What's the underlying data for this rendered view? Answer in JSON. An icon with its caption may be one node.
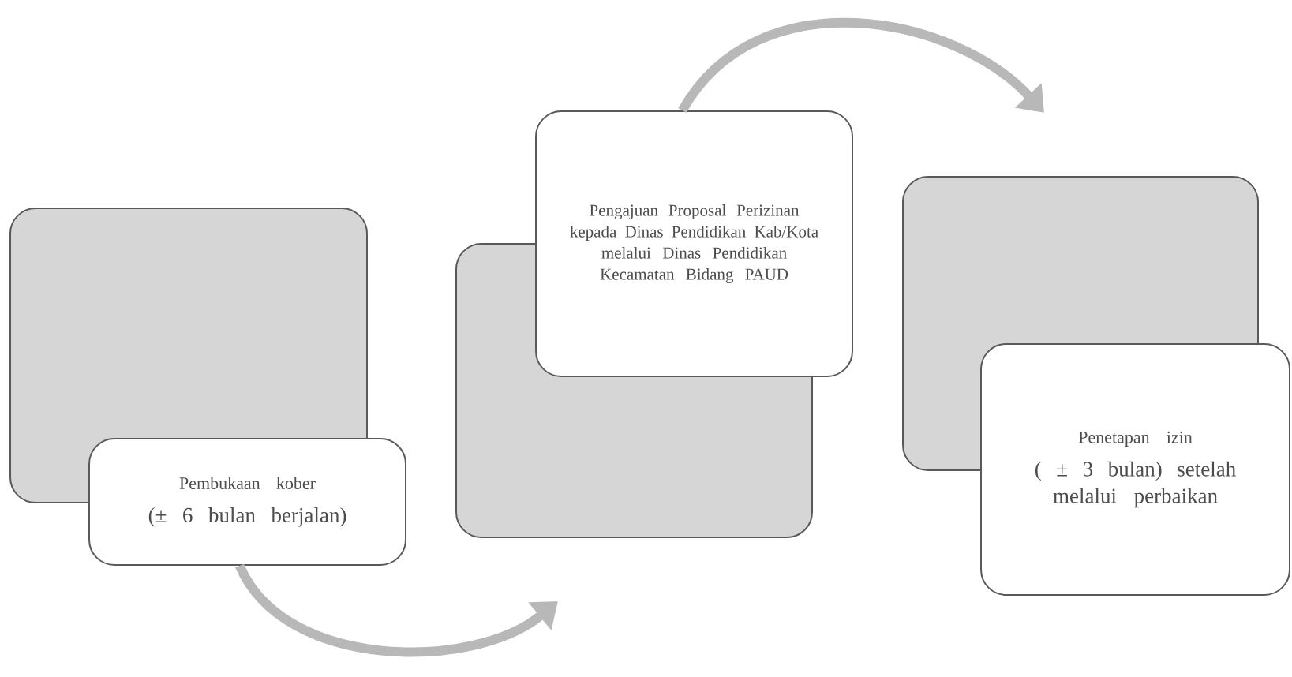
{
  "diagram": {
    "nodes": [
      {
        "text": [],
        "shape": "box"
      },
      {
        "text": [
          "Pembukaan kober",
          "(± 6 bulan berjalan)"
        ]
      },
      {
        "text": [],
        "shape": "box"
      },
      {
        "text": [
          "Pengajuan Proposal Perizinan kepada Dinas Pendidikan Kab/Kota melalui Dinas Pendidikan Kecamatan Bidang PAUD"
        ]
      },
      {
        "text": [],
        "shape": "box"
      },
      {
        "text": [
          "Penetapan izin",
          "( ± 3 bulan) setelah melalui perbaikan"
        ]
      }
    ],
    "edges": [
      {
        "from": 1,
        "to": 2,
        "arrow": "to"
      },
      {
        "from": 3,
        "to": 4,
        "arrow": "to"
      }
    ]
  }
}
